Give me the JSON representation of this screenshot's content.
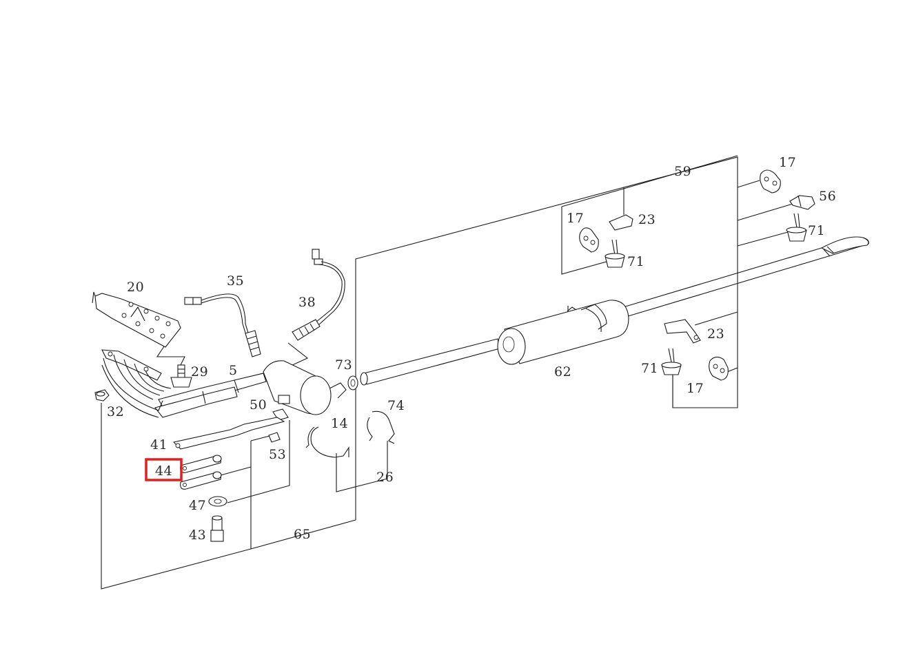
{
  "diagram": {
    "callouts": [
      {
        "id": "17a",
        "text": "17"
      },
      {
        "id": "59",
        "text": "59"
      },
      {
        "id": "56",
        "text": "56"
      },
      {
        "id": "17b",
        "text": "17"
      },
      {
        "id": "23a",
        "text": "23"
      },
      {
        "id": "71a",
        "text": "71"
      },
      {
        "id": "71b",
        "text": "71"
      },
      {
        "id": "20",
        "text": "20"
      },
      {
        "id": "35",
        "text": "35"
      },
      {
        "id": "38",
        "text": "38"
      },
      {
        "id": "23b",
        "text": "23"
      },
      {
        "id": "29",
        "text": "29"
      },
      {
        "id": "5",
        "text": "5"
      },
      {
        "id": "73",
        "text": "73"
      },
      {
        "id": "62",
        "text": "62"
      },
      {
        "id": "71c",
        "text": "71"
      },
      {
        "id": "17c",
        "text": "17"
      },
      {
        "id": "32",
        "text": "32"
      },
      {
        "id": "50",
        "text": "50"
      },
      {
        "id": "74",
        "text": "74"
      },
      {
        "id": "14",
        "text": "14"
      },
      {
        "id": "41",
        "text": "41"
      },
      {
        "id": "53",
        "text": "53"
      },
      {
        "id": "44",
        "text": "44"
      },
      {
        "id": "26",
        "text": "26"
      },
      {
        "id": "47",
        "text": "47"
      },
      {
        "id": "43",
        "text": "43"
      },
      {
        "id": "65",
        "text": "65"
      }
    ],
    "highlight": {
      "callout": "44",
      "color": "#e41e1e"
    }
  }
}
